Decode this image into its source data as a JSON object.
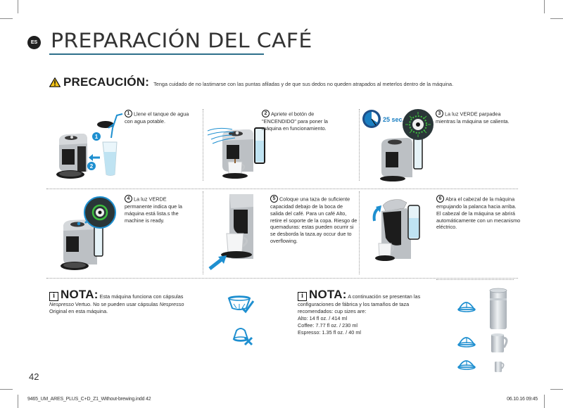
{
  "header": {
    "lang_badge": "ES",
    "title": "PREPARACIÓN DEL CAFÉ",
    "accent_color": "#2d6f8a"
  },
  "caution": {
    "icon": "warning-triangle-icon",
    "label": "PRECAUCIÓN:",
    "text": "Tenga cuidado de no lastimarse con las puntas afiladas y de que sus dedos no queden atrapados al meterlos dentro de la máquina."
  },
  "steps": [
    {
      "number": "1",
      "text": "Llene el tanque de agua con agua potable."
    },
    {
      "number": "2",
      "text": "Apriete el botón de \"ENCENDIDO\" para poner la máquina en funcionamiento."
    },
    {
      "number": "3",
      "text": "La luz VERDE parpadea mientras la máquina se calienta.",
      "timer_label": "25 sec."
    },
    {
      "number": "4",
      "text": "La luz VERDE permanente indica que la máquina está lista.s the machine is ready."
    },
    {
      "number": "5",
      "text": "Coloque una taza de suficiente capacidad debajo de la boca de salida del café. Para un café Alto, retire el soporte de la copa. Riesgo de quemaduras: estas pueden ocurrir si se desborda la taza.ay occur due to overflowing."
    },
    {
      "number": "6",
      "text": "Abra el cabezal de la máquina empujando la palanca hacia arriba. El cabezal de la máquina se abrirá automáticamente con un mecanismo eléctrico."
    }
  ],
  "step1_callouts": [
    "1",
    "2"
  ],
  "nota1": {
    "title": "NOTA:",
    "line1": "Esta máquina funciona con cápsulas",
    "brand1": "Nespresso",
    "line2a": " Vertuo. No se pueden usar cápsulas ",
    "brand2": "Nespresso",
    "line3": "Original en esta máquina."
  },
  "nota2": {
    "title": "NOTA:",
    "intro": "A continuación se presentan las configuraciones de fábrica y los tamaños de taza recomendados: cup sizes are:",
    "sizes": [
      "Alto: 14 fl oz. / 414 ml",
      "Coffee: 7.77 fl oz. / 230 ml",
      "Espresso: 1.35 fl oz. / 40 ml"
    ]
  },
  "page_number": "42",
  "footer": {
    "file": "9465_UM_ARES_PLUS_C+D_Z1_Without-brewing.indd   42",
    "date": "06.10.16   09:45"
  },
  "colors": {
    "blue_icon": "#1e8fd0",
    "green_light": "#3fbf3f",
    "machine_silver": "#b8bcc0",
    "machine_black": "#1c1c1c",
    "water": "#bfe3f2"
  }
}
